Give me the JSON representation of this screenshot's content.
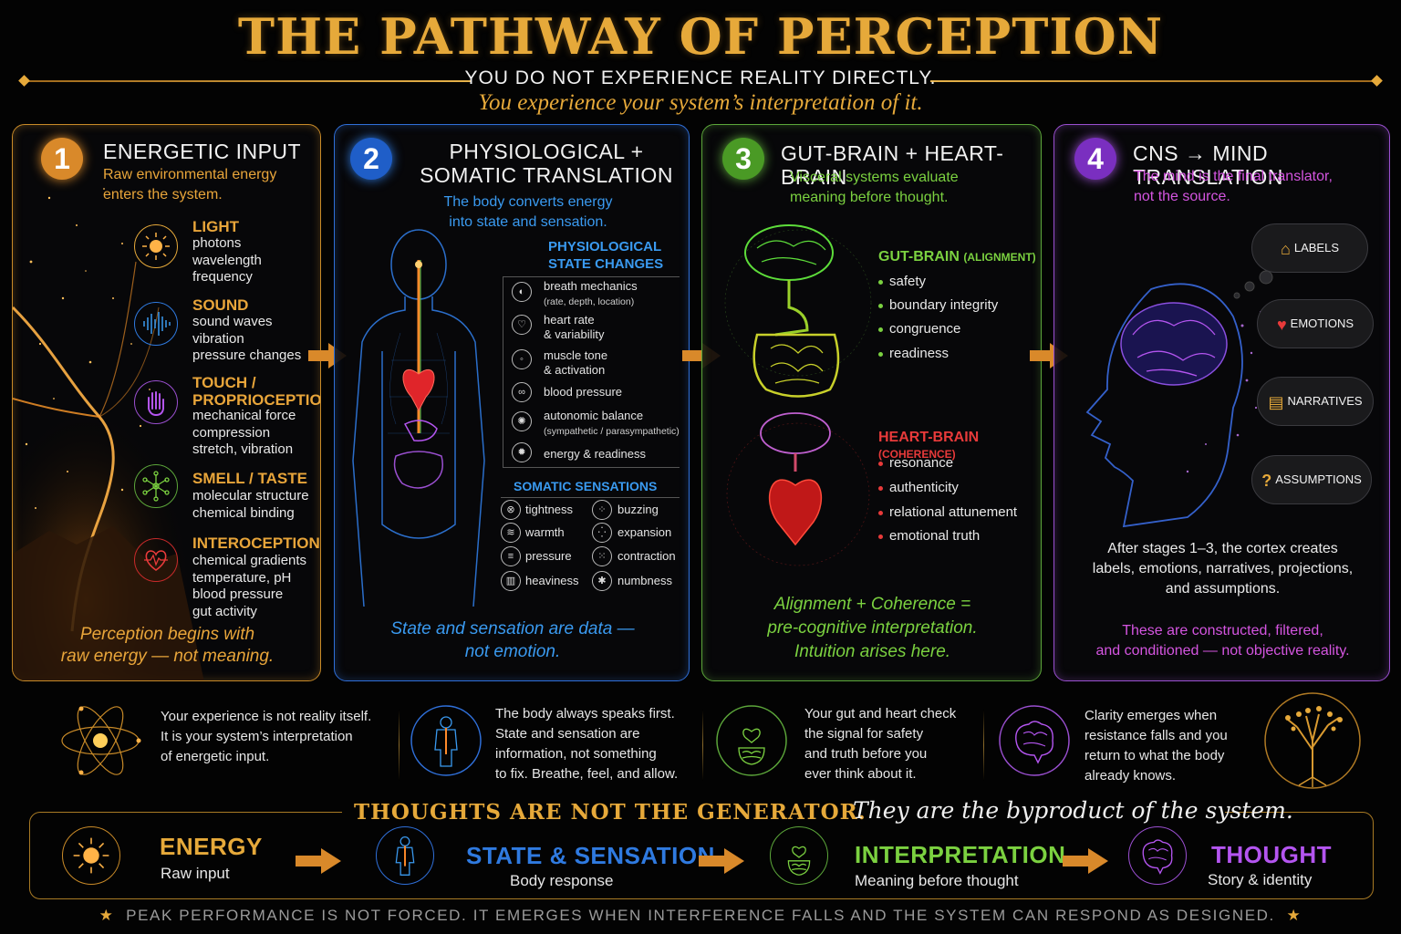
{
  "title": "THE PATHWAY OF PERCEPTION",
  "subtitle_line1": "YOU DO NOT EXPERIENCE REALITY DIRECTLY.",
  "subtitle_line2": "You experience your system’s interpretation of it.",
  "colors": {
    "gold": "#e6a93a",
    "blue": "#3a9af0",
    "green": "#7bd140",
    "purple": "#b455f0",
    "red": "#e83a3a"
  },
  "stage1": {
    "number": "1",
    "title": "ENERGETIC INPUT",
    "desc": [
      "Raw environmental energy",
      "enters the system."
    ],
    "senses": [
      {
        "icon": "sun-icon",
        "title": [
          "LIGHT"
        ],
        "lines": [
          "photons",
          "wavelength",
          "frequency"
        ]
      },
      {
        "icon": "soundwave-icon",
        "title": [
          "SOUND"
        ],
        "lines": [
          "sound waves",
          "vibration",
          "pressure changes"
        ]
      },
      {
        "icon": "hand-icon",
        "title": [
          "TOUCH /",
          "PROPRIOCEPTION"
        ],
        "lines": [
          "mechanical force",
          "compression",
          "stretch, vibration"
        ]
      },
      {
        "icon": "molecule-icon",
        "title": [
          "SMELL / TASTE"
        ],
        "lines": [
          "molecular structure",
          "chemical binding"
        ]
      },
      {
        "icon": "heartbeat-icon",
        "title": [
          "INTEROCEPTION"
        ],
        "lines": [
          "chemical gradients",
          "temperature, pH",
          "blood pressure",
          "gut activity"
        ]
      }
    ],
    "footer": [
      "Perception begins with",
      "raw energy — not meaning."
    ]
  },
  "stage2": {
    "number": "2",
    "title": [
      "PHYSIOLOGICAL +",
      "SOMATIC TRANSLATION"
    ],
    "desc": [
      "The body converts energy",
      "into state and sensation."
    ],
    "physio_title": [
      "PHYSIOLOGICAL",
      "STATE CHANGES"
    ],
    "physio_items": [
      {
        "icon": "lungs-icon",
        "main": "breath mechanics",
        "sub": "(rate, depth, location)"
      },
      {
        "icon": "heart-rate-icon",
        "main": "heart rate",
        "sub": "& variability"
      },
      {
        "icon": "muscle-icon",
        "main": "muscle tone",
        "sub": "& activation"
      },
      {
        "icon": "pressure-icon",
        "main": "blood pressure",
        "sub": ""
      },
      {
        "icon": "balance-icon",
        "main": "autonomic balance",
        "sub": "(sympathetic / parasympathetic)"
      },
      {
        "icon": "energy-icon",
        "main": "energy & readiness",
        "sub": ""
      }
    ],
    "somatic_title": "SOMATIC SENSATIONS",
    "somatic_items": [
      "tightness",
      "buzzing",
      "warmth",
      "expansion",
      "pressure",
      "contraction",
      "heaviness",
      "numbness"
    ],
    "footer": [
      "State and sensation are data —",
      "not emotion."
    ]
  },
  "stage3": {
    "number": "3",
    "title": "GUT-BRAIN + HEART-BRAIN",
    "desc": [
      "Visceral systems evaluate",
      "meaning before thought."
    ],
    "gut_title": "GUT-BRAIN",
    "gut_tag": "(ALIGNMENT)",
    "gut_items": [
      "safety",
      "boundary integrity",
      "congruence",
      "readiness"
    ],
    "heart_title": "HEART-BRAIN",
    "heart_tag": "(COHERENCE)",
    "heart_items": [
      "resonance",
      "authenticity",
      "relational attunement",
      "emotional truth"
    ],
    "footer": [
      "Alignment + Coherence =",
      "pre-cognitive interpretation.",
      "Intuition arises here."
    ]
  },
  "stage4": {
    "number": "4",
    "title": "CNS → MIND TRANSLATION",
    "desc": [
      "The mind is the final translator,",
      "not the source."
    ],
    "clouds": [
      {
        "icon": "tag-icon",
        "label": "LABELS"
      },
      {
        "icon": "heart-icon",
        "label": "EMOTIONS"
      },
      {
        "icon": "book-icon",
        "label": "NARRATIVES"
      },
      {
        "icon": "question-icon",
        "label": "ASSUMPTIONS"
      }
    ],
    "body": [
      "After stages 1–3, the cortex creates",
      "labels, emotions, narratives, projections,",
      "and assumptions."
    ],
    "footer": [
      "These are constructed, filtered,",
      "and conditioned — not objective reality."
    ]
  },
  "insights": [
    {
      "icon": "atom-icon",
      "lines": [
        "Your experience is not reality itself.",
        "It is your system’s interpretation",
        "of energetic input."
      ]
    },
    {
      "icon": "body-icon",
      "lines": [
        "The body always speaks first.",
        "State and sensation are",
        "information, not something",
        "to fix. Breathe, feel, and allow."
      ]
    },
    {
      "icon": "heart-gut-icon",
      "lines": [
        "Your gut and heart check",
        "the signal for safety",
        "and truth before you",
        "ever think about it."
      ]
    },
    {
      "icon": "brain-icon",
      "lines": [
        "Clarity emerges when",
        "resistance falls and you",
        "return to what the body",
        "already knows."
      ]
    }
  ],
  "tree_icon": "tree-icon",
  "banner": {
    "bold": "THOUGHTS ARE NOT THE GENERATOR.",
    "script": "They are the byproduct of the system."
  },
  "flow": [
    {
      "icon": "sun-icon",
      "title": "ENERGY",
      "sub": "Raw input",
      "color": "#e6a93a"
    },
    {
      "icon": "body-icon",
      "title": "STATE & SENSATION",
      "sub": "Body response",
      "color": "#2f7ae0"
    },
    {
      "icon": "heart-gut-icon",
      "title": "INTERPRETATION",
      "sub": "Meaning before thought",
      "color": "#7bd140"
    },
    {
      "icon": "brain-icon",
      "title": "THOUGHT",
      "sub": "Story & identity",
      "color": "#b455f0"
    }
  ],
  "footer": "PEAK PERFORMANCE IS NOT FORCED.  IT EMERGES WHEN INTERFERENCE FALLS AND THE SYSTEM CAN RESPOND AS DESIGNED."
}
